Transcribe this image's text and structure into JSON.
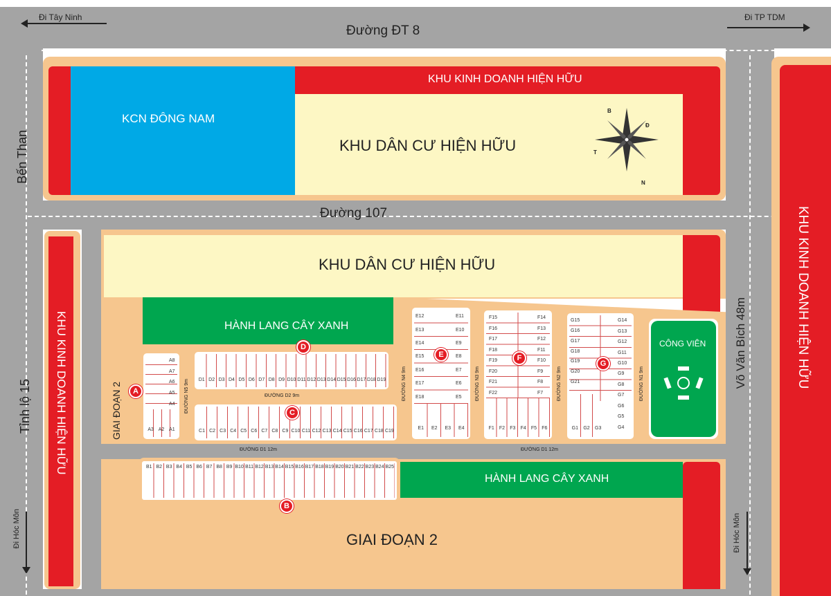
{
  "roads": {
    "top": "Đường  ĐT 8",
    "middle": "Đường  107",
    "left": "Tỉnh lộ 15",
    "left_upper": "Bến Than",
    "right": "Võ Văn Bích 48m",
    "d1": "ĐƯỜNG D1 12m",
    "d2": "ĐƯỜNG D2 9m",
    "n5": "ĐƯỜNG N5 9m",
    "n4": "ĐƯỜNG N4 9m",
    "n3": "ĐƯỜNG N3 9m",
    "n2": "ĐƯỜNG N2 9m",
    "n1": "ĐƯỜNG N1 9m"
  },
  "directions": {
    "top_left": "Đi Tây Ninh",
    "top_right": "Đi TP TDM",
    "bottom_left": "Đi Hóc Môn",
    "bottom_right": "Đi Hóc Môn"
  },
  "zones": {
    "kcn": "KCN ĐÔNG NAM",
    "business_top": "KHU KINH DOANH HIỆN HỮU",
    "residential_top": "KHU DÂN CƯ HIỆN HỮU",
    "residential_mid": "KHU DÂN CƯ HIỆN HỮU",
    "business_left": "KHU KINH DOANH HIỆN HỮU",
    "business_right": "KHU KINH DOANH HIỆN HỮU",
    "green_top": "HÀNH LANG CÂY XANH",
    "green_bottom": "HÀNH LANG CÂY XANH",
    "park": "CÔNG VIÊN",
    "phase2_bottom": "GIAI ĐOẠN 2",
    "phase2_left": "GIAI ĐOẠN 2"
  },
  "blocks": {
    "A": "A",
    "B": "B",
    "C": "C",
    "D": "D",
    "E": "E",
    "F": "F",
    "G": "G"
  },
  "lots": {
    "d_row": [
      "D1",
      "D2",
      "D3",
      "D4",
      "D5",
      "D6",
      "D7",
      "D8",
      "D9",
      "D10",
      "D11",
      "D12",
      "D13",
      "D14",
      "D15",
      "D16",
      "D17",
      "D18",
      "D19"
    ],
    "c_row": [
      "C1",
      "C2",
      "C3",
      "C4",
      "C5",
      "C6",
      "C7",
      "C8",
      "C9",
      "C10",
      "C11",
      "C12",
      "C13",
      "C14",
      "C15",
      "C16",
      "C17",
      "C18",
      "C19"
    ],
    "b_row": [
      "B1",
      "B2",
      "B3",
      "B4",
      "B5",
      "B6",
      "B7",
      "B8",
      "B9",
      "B10",
      "B11",
      "B12",
      "B13",
      "B14",
      "B15",
      "B16",
      "B17",
      "B18",
      "B19",
      "B20",
      "B21",
      "B22",
      "B23",
      "B24",
      "B25"
    ],
    "a_col": [
      "A8",
      "A7",
      "A6",
      "A5",
      "A4"
    ],
    "a_bottom": [
      "A3",
      "A2",
      "A1"
    ],
    "e_left": [
      "E12",
      "E13",
      "E14",
      "E15",
      "E16",
      "E17",
      "E18"
    ],
    "e_right": [
      "E11",
      "E10",
      "E9",
      "E8",
      "E7",
      "E6",
      "E5"
    ],
    "e_bottom": [
      "E1",
      "E2",
      "E3",
      "E4"
    ],
    "f_left": [
      "F15",
      "F16",
      "F17",
      "F18",
      "F19",
      "F20",
      "F21",
      "F22"
    ],
    "f_right": [
      "F14",
      "F13",
      "F12",
      "F11",
      "F10",
      "F9",
      "F8",
      "F7"
    ],
    "f_bottom": [
      "F1",
      "F2",
      "F3",
      "F4",
      "F5",
      "F6"
    ],
    "g_left": [
      "G15",
      "G16",
      "G17",
      "G18",
      "G19",
      "G20",
      "G21"
    ],
    "g_right": [
      "G14",
      "G13",
      "G12",
      "G11",
      "G10",
      "G9",
      "G8",
      "G7",
      "G6",
      "G5",
      "G4"
    ],
    "g_bottom": [
      "G1",
      "G2",
      "G3"
    ]
  },
  "compass": {
    "north": "N",
    "east": "Đ",
    "south": "B",
    "west": "T"
  },
  "colors": {
    "road": "#a4a4a4",
    "cream": "#fdf7c4",
    "beige": "#f6c68e",
    "red": "#e41d25",
    "blue": "#00a9e6",
    "green": "#00a64f"
  }
}
